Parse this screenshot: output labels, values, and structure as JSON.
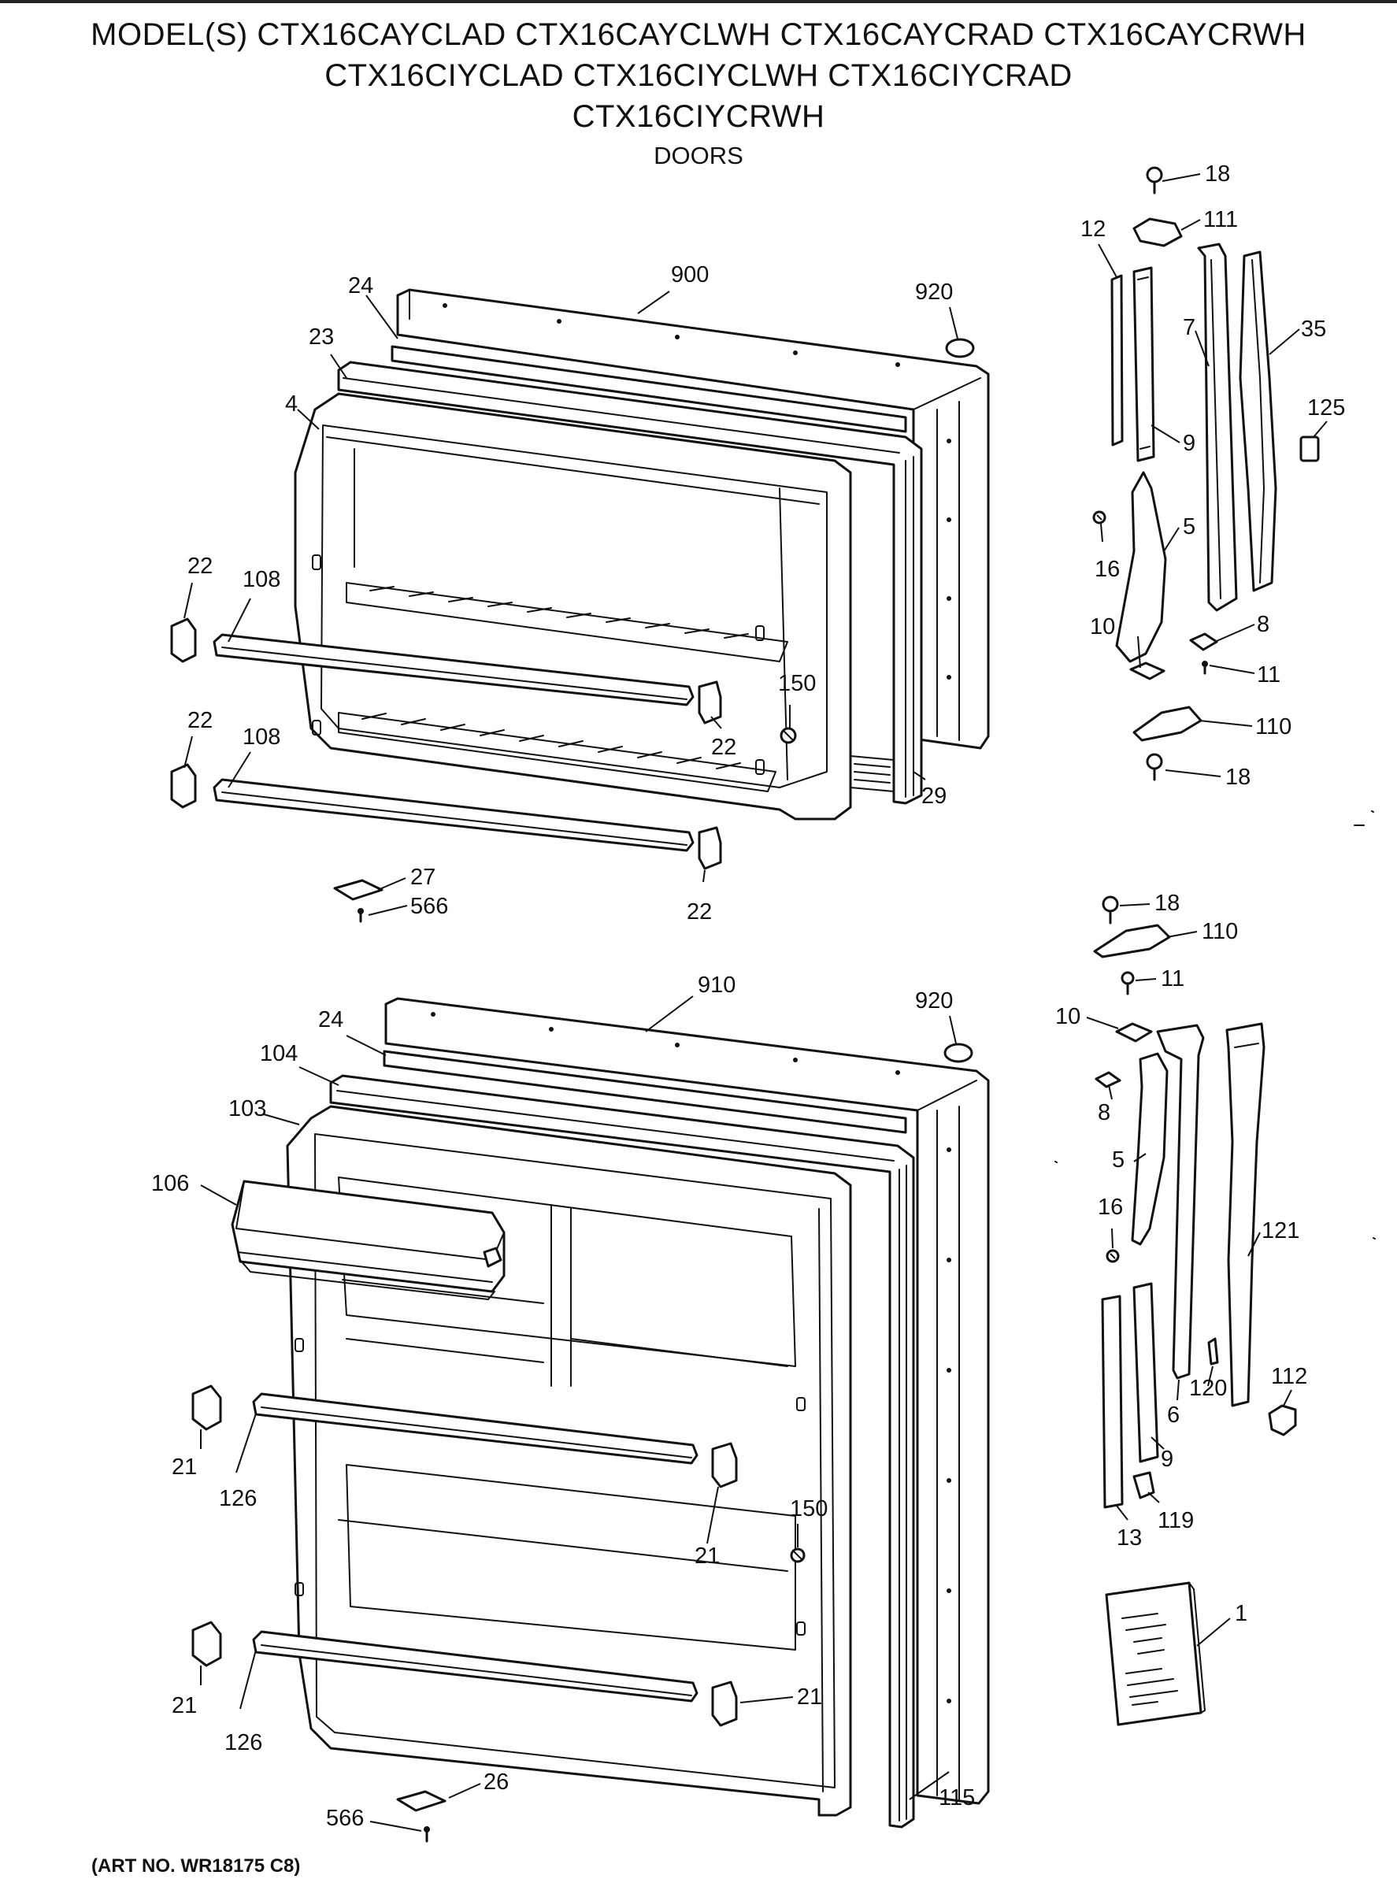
{
  "title": {
    "lines": [
      "MODEL(S) CTX16CAYCLAD  CTX16CAYCLWH  CTX16CAYCRAD  CTX16CAYCRWH",
      "CTX16CIYCLAD  CTX16CIYCLWH  CTX16CIYCRAD",
      "CTX16CIYCRWH"
    ],
    "subtitle": "DOORS"
  },
  "art_number": "(ART NO. WR18175 C8)",
  "callouts": [
    "18",
    "111",
    "12",
    "7",
    "35",
    "9",
    "125",
    "16",
    "5",
    "10",
    "8",
    "11",
    "110",
    "18",
    "24",
    "900",
    "920",
    "23",
    "4",
    "22",
    "108",
    "150",
    "22",
    "22",
    "108",
    "29",
    "22",
    "27",
    "566",
    "18",
    "110",
    "11",
    "10",
    "8",
    "5",
    "16",
    "121",
    "120",
    "6",
    "112",
    "9",
    "13",
    "119",
    "1",
    "910",
    "920",
    "24",
    "104",
    "103",
    "106",
    "21",
    "126",
    "21",
    "150",
    "21",
    "126",
    "21",
    "115",
    "26",
    "566"
  ]
}
